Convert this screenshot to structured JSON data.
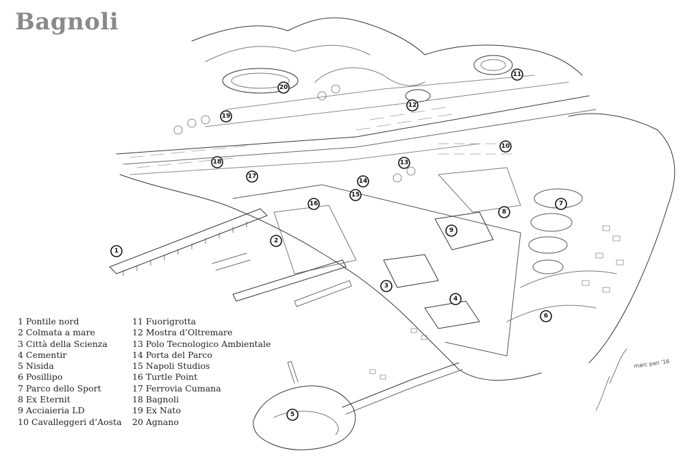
{
  "title": "Bagnoli",
  "legend_left": [
    "1 Pontile nord",
    "2 Colmata a mare",
    "3 Città della Scienza",
    "4 Cementir",
    "5 Nisida",
    "6 Posillipo",
    "7 Parco dello Sport",
    "8 Ex Eternit",
    "9 Acciaieria LD",
    "10 Cavalleggeri d’Aosta"
  ],
  "legend_right": [
    "11 Fuorigrotta",
    "12 Mostra d’Oltremare",
    "13 Polo Tecnologico Ambientale",
    "14 Porta del Parco",
    "15 Napoli Studios",
    "16 Turtle Point",
    "17 Ferrovia Cumana",
    "18 Bagnoli",
    "19 Ex Nato",
    "20 Agnano"
  ],
  "markers": [
    "1",
    "2",
    "3",
    "4",
    "5",
    "6",
    "7",
    "8",
    "9",
    "10",
    "11",
    "12",
    "13",
    "14",
    "15",
    "16",
    "17",
    "18",
    "19",
    "20"
  ],
  "signature": "marc pan '16"
}
